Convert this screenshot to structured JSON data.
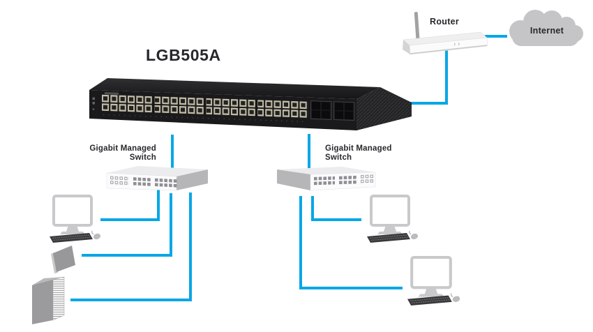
{
  "colors": {
    "connection": "#07a7e7",
    "cloud": "#c5c4c7",
    "text": "#28272b"
  },
  "labels": {
    "title": "LGB505A",
    "router": "Router",
    "internet": "Internet"
  },
  "switches": {
    "left": {
      "line1": "Gigabit Managed",
      "line2": "Switch"
    },
    "right": {
      "line1": "Gigabit Managed",
      "line2": "Switch"
    }
  },
  "devices": {
    "core_switch": "48-port-rack-switch-icon",
    "router": "router-icon",
    "internet": "cloud-icon",
    "left_switch": "managed-switch-icon",
    "right_switch": "managed-switch-icon",
    "left_desktop": "desktop-computer-icon",
    "tablet": "tablet-icon",
    "server": "server-tower-icon",
    "right_desktop_1": "desktop-computer-icon",
    "right_desktop_2": "desktop-computer-icon"
  },
  "connections": [
    {
      "from": "router",
      "to": "internet"
    },
    {
      "from": "router",
      "to": "core-switch"
    },
    {
      "from": "core-switch",
      "to": "left-managed-switch"
    },
    {
      "from": "core-switch",
      "to": "right-managed-switch"
    },
    {
      "from": "left-managed-switch",
      "to": "left-desktop"
    },
    {
      "from": "left-managed-switch",
      "to": "tablet"
    },
    {
      "from": "left-managed-switch",
      "to": "server"
    },
    {
      "from": "right-managed-switch",
      "to": "right-desktop-1"
    },
    {
      "from": "right-managed-switch",
      "to": "right-desktop-2"
    }
  ]
}
